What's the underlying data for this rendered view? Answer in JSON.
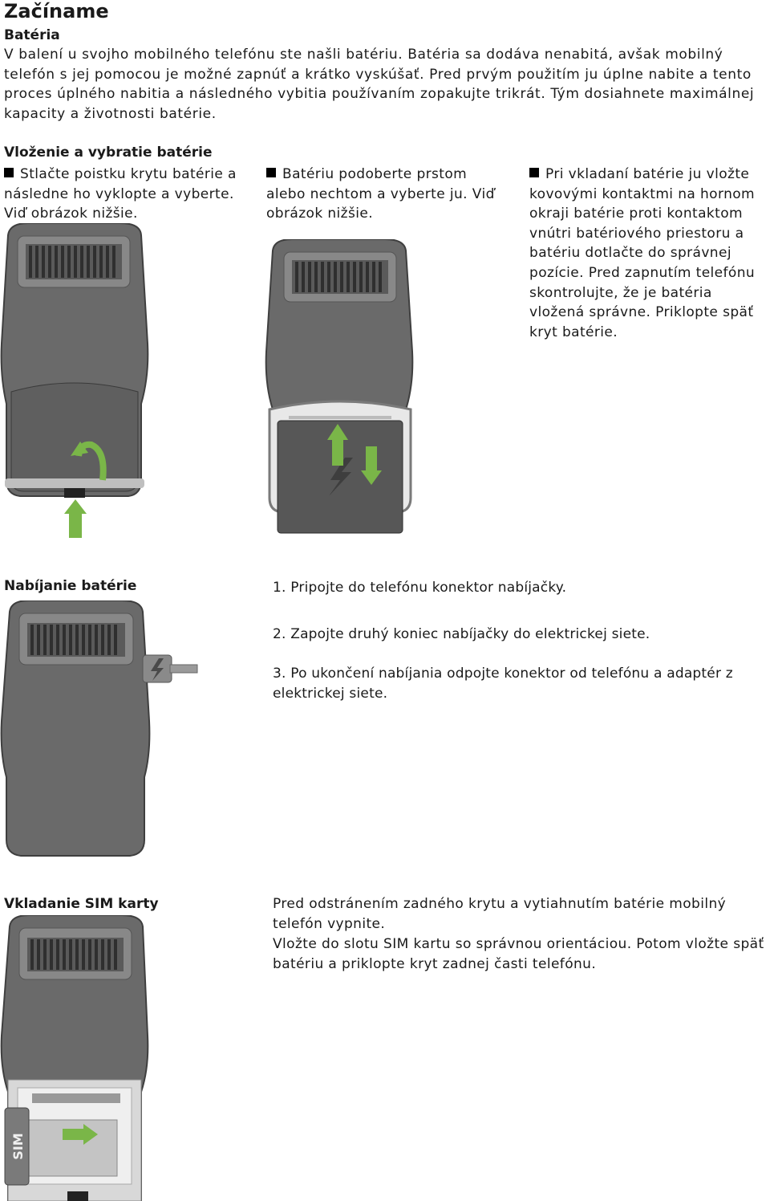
{
  "heading": "Začíname",
  "battery": {
    "subtitle": "Batéria",
    "intro": "V balení u svojho mobilného telefónu ste našli batériu. Batéria sa dodáva nenabitá, avšak mobilný telefón s jej pomocou je možné zapnúť a krátko vyskúšať. Pred prvým použitím ju úplne nabite a tento proces úplného nabitia a následného vybitia používaním zopakujte trikrát. Tým dosiahnete maximálnej kapacity a životnosti batérie."
  },
  "insert": {
    "subtitle": "Vloženie a vybratie batérie",
    "steps": [
      "Stlačte poistku krytu batérie a následne ho vyklopte a vyberte. Viď obrázok nižšie.",
      "Batériu podoberte prstom alebo nechtom a vyberte ju. Viď obrázok nižšie.",
      "Pri vkladaní batérie ju vložte kovovými kontaktmi na hornom okraji batérie proti kontaktom vnútri batériového priestoru a batériu dotlačte do správnej pozície. Pred zapnutím telefónu skontrolujte, že je batéria vložená správne. Priklopte späť kryt batérie."
    ]
  },
  "charging": {
    "subtitle": "Nabíjanie batérie",
    "steps": [
      "1. Pripojte do telefónu konektor nabíjačky.",
      "2. Zapojte druhý koniec nabíjačky do elektrickej siete.",
      "3. Po ukončení nabíjania odpojte konektor od telefónu a adaptér z elektrickej siete."
    ]
  },
  "sim": {
    "subtitle": "Vkladanie SIM karty",
    "text1": "Pred odstránením zadného krytu a vytiahnutím batérie mobilný telefón vypnite.",
    "text2": "Vložte do slotu SIM kartu so správnou orientáciou. Potom vložte späť batériu a priklopte kryt zadnej časti telefónu.",
    "card_label": "SIM"
  },
  "colors": {
    "phone_body": "#6a6a6a",
    "phone_dark": "#3f3f3f",
    "phone_light": "#a7a7a7",
    "arrow_green": "#7ab648"
  }
}
